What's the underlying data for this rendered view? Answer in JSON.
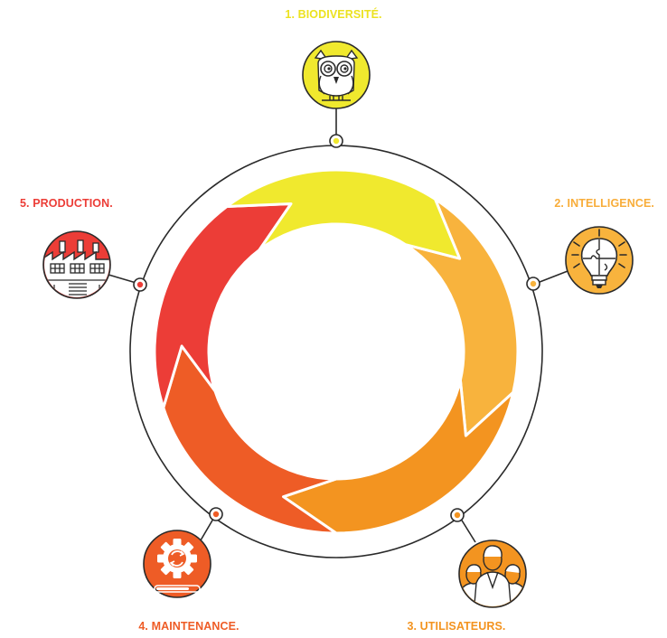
{
  "colors": {
    "yellow": "#f0e92e",
    "light_orange": "#f8b33d",
    "orange": "#f39420",
    "dark_orange": "#ee5c26",
    "red": "#ec3d37",
    "outline": "#2a2a2a"
  },
  "steps": [
    {
      "label": "1. BIODIVERSITÉ.",
      "color": "#f0e92e",
      "label_color": "#ece21f",
      "icon": "owl-icon"
    },
    {
      "label": "2. INTELLIGENCE.",
      "color": "#f8b33d",
      "label_color": "#f8ad3a",
      "icon": "lightbulb-puzzle-icon"
    },
    {
      "label": "3. UTILISATEURS.",
      "color": "#f39420",
      "label_color": "#f3931f",
      "icon": "users-icon"
    },
    {
      "label": "4. MAINTENANCE.",
      "color": "#ee5c26",
      "label_color": "#ee5c26",
      "icon": "gear-sync-icon"
    },
    {
      "label": "5. PRODUCTION.",
      "color": "#ec3d37",
      "label_color": "#ec3d37",
      "icon": "factory-icon"
    }
  ]
}
